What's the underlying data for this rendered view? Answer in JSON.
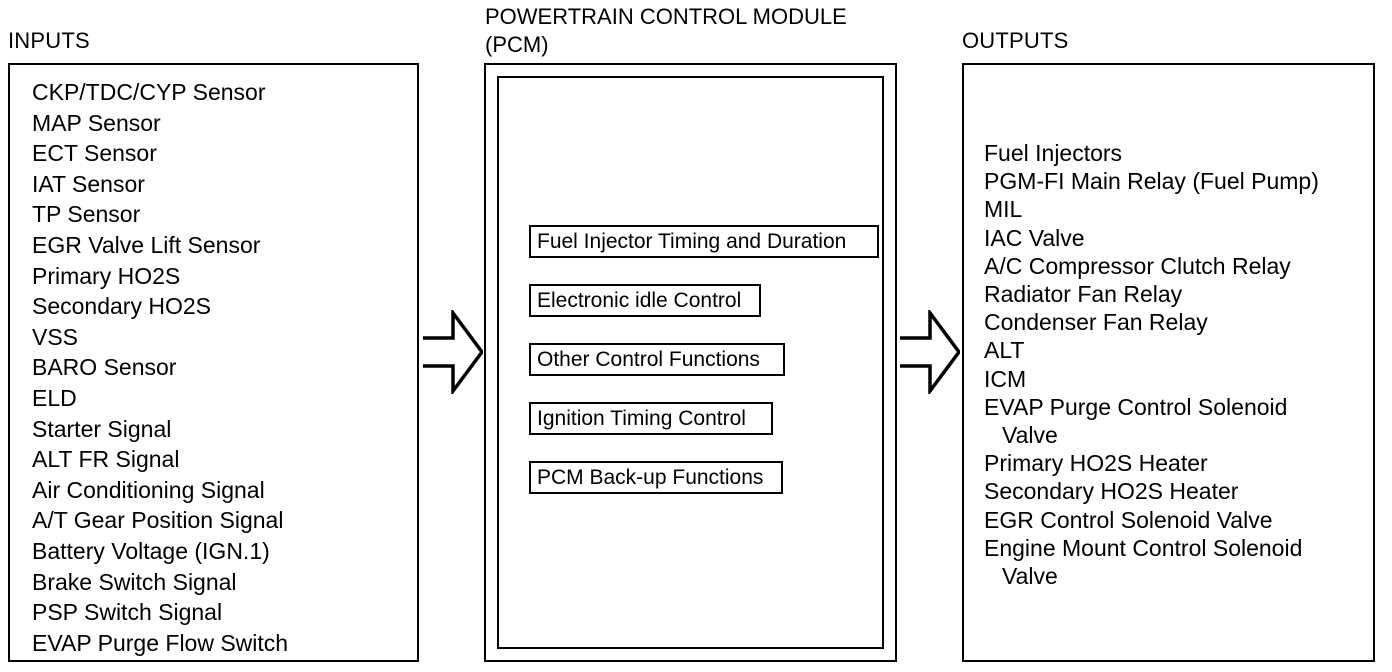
{
  "diagram": {
    "title_inputs": "INPUTS",
    "title_outputs": "OUTPUTS",
    "pcm_title_line1": "POWERTRAIN CONTROL MODULE",
    "pcm_title_line2": "(PCM)"
  },
  "inputs": {
    "heading": "INPUTS",
    "items": [
      "CKP/TDC/CYP Sensor",
      "MAP Sensor",
      "ECT Sensor",
      "IAT Sensor",
      "TP Sensor",
      "EGR Valve Lift Sensor",
      "Primary HO2S",
      "Secondary HO2S",
      "VSS",
      "BARO Sensor",
      "ELD",
      "Starter Signal",
      "ALT FR Signal",
      "Air Conditioning Signal",
      "A/T Gear Position Signal",
      "Battery Voltage (IGN.1)",
      "Brake Switch Signal",
      "PSP Switch Signal",
      "EVAP Purge Flow Switch"
    ]
  },
  "pcm": {
    "heading_line1": "POWERTRAIN CONTROL MODULE",
    "heading_line2": "(PCM)",
    "functions": [
      "Fuel Injector Timing and Duration",
      "Electronic idle Control",
      "Other Control Functions",
      "Ignition Timing Control",
      "PCM Back-up Functions"
    ]
  },
  "outputs": {
    "heading": "OUTPUTS",
    "items": [
      "Fuel Injectors",
      "PGM-FI Main Relay (Fuel Pump)",
      "MIL",
      "IAC Valve",
      "A/C Compressor Clutch Relay",
      "Radiator Fan Relay",
      "Condenser Fan Relay",
      "ALT",
      "ICM",
      "EVAP Purge Control Solenoid",
      "Valve",
      "Primary HO2S Heater",
      "Secondary HO2S Heater",
      "EGR Control Solenoid Valve",
      "Engine Mount Control Solenoid",
      "Valve"
    ]
  },
  "arrows": {
    "left_label": "inputs-to-pcm-arrow",
    "right_label": "pcm-to-outputs-arrow"
  },
  "colors": {
    "line": "#000000",
    "background": "#ffffff",
    "text": "#000000"
  }
}
